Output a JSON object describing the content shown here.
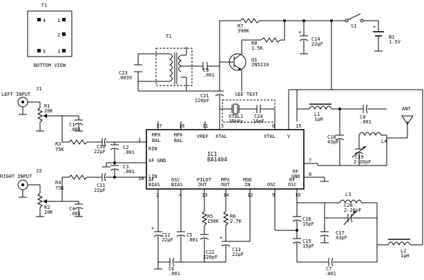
{
  "t1_view": {
    "title": "T1",
    "pins": [
      "4",
      "1",
      "2",
      "5",
      "3"
    ],
    "caption": "BOTTOM VIEW"
  },
  "inputs": {
    "left": {
      "ref": "J1",
      "label": "LEFT INPUT"
    },
    "right": {
      "ref": "J2",
      "label": "RIGHT INPUT"
    }
  },
  "components": {
    "R1": {
      "ref": "R1",
      "value": "20K"
    },
    "R2": {
      "ref": "R2",
      "value": "20K"
    },
    "R3": {
      "ref": "R3",
      "value": "75K"
    },
    "R4": {
      "ref": "R4",
      "value": "75K"
    },
    "R5": {
      "ref": "R5",
      "value": "150K"
    },
    "R6": {
      "ref": "R6",
      "value": "2.7K"
    },
    "R7": {
      "ref": "R7",
      "value": "390K"
    },
    "R8": {
      "ref": "R8",
      "value": "1.5K"
    },
    "C1": {
      "ref": "C1",
      "value": ".001"
    },
    "C2": {
      "ref": "C2",
      "value": ".001"
    },
    "C3": {
      "ref": "C3",
      "value": ".001"
    },
    "C4": {
      "ref": "C4",
      "value": ".001"
    },
    "C5": {
      "ref": "C5",
      "value": ".001"
    },
    "C6": {
      "ref": "C6",
      "value": ".001"
    },
    "C7": {
      "ref": "C7",
      "value": ".001"
    },
    "C8": {
      "ref": "C8",
      "value": ".001"
    },
    "C9": {
      "ref": "C9",
      "value": ".001"
    },
    "C10": {
      "ref": "C10",
      "value": "22µF"
    },
    "C11": {
      "ref": "C11",
      "value": "22µF"
    },
    "C12": {
      "ref": "C12",
      "value": "22µF"
    },
    "C13": {
      "ref": "C13",
      "value": "22µF"
    },
    "C14": {
      "ref": "C14",
      "value": "22µF"
    },
    "C15": {
      "ref": "C15",
      "value": "15pF"
    },
    "C16": {
      "ref": "C16",
      "value": "15pF"
    },
    "C17": {
      "ref": "C17",
      "value": "43pF"
    },
    "C18": {
      "ref": "C18",
      "value": "43pF"
    },
    "C19": {
      "ref": "C19",
      "value": "2-20pF"
    },
    "C20": {
      "ref": "C20",
      "value": "2-20pF"
    },
    "C21": {
      "ref": "C21",
      "value": "220pF"
    },
    "C22": {
      "ref": "C22",
      "value": "220pF"
    },
    "C23": {
      "ref": "C23",
      "value": ".0039"
    },
    "C24": {
      "ref": "C24",
      "value": "18pF"
    },
    "L1": {
      "ref": "L1",
      "value": "1µH"
    },
    "L2": {
      "ref": "L2",
      "value": "1µH"
    },
    "L3": {
      "ref": "L3",
      "value": ""
    },
    "L4": {
      "ref": "L4",
      "value": ""
    },
    "Q1": {
      "ref": "Q1",
      "value": "2N5210"
    },
    "S1": {
      "ref": "S1",
      "value": ""
    },
    "B1": {
      "ref": "B1",
      "value": "1.5V"
    },
    "T1": {
      "ref": "T1",
      "value": ""
    },
    "XTAL1": {
      "ref": "XTAL1",
      "value": "38kHz"
    }
  },
  "see_text": "SEE TEXT",
  "antenna": "ANT",
  "ic": {
    "ref": "IC1",
    "part": "BA1404",
    "pin_labels": {
      "mpx_bal_1": "MPX\nBAL",
      "mpx_bal_2": "MPX\nBAL",
      "vref": "VREF",
      "xtal_1": "XTAL",
      "xtal_2": "XTAL",
      "v": "V",
      "rin": "RIN",
      "af_gnd": "AF GND",
      "lin": "LIN",
      "af_bias": "AF\nBIAS",
      "osc_bias": "OSC\nBIAS",
      "pilot_out": "PILOT\nOUT",
      "mpx_out": "MPX\nOUT",
      "mod_in": "MOD\nIN",
      "osc": "OSC",
      "rf_osc": "RF\nOSC",
      "rf_gnd": "RF\nGND"
    },
    "pin_numbers": [
      "17",
      "16",
      "11",
      "5",
      "6",
      "15",
      "1",
      "18",
      "2",
      "4",
      "13",
      "14",
      "12",
      "9",
      "10",
      "8",
      "7"
    ]
  }
}
